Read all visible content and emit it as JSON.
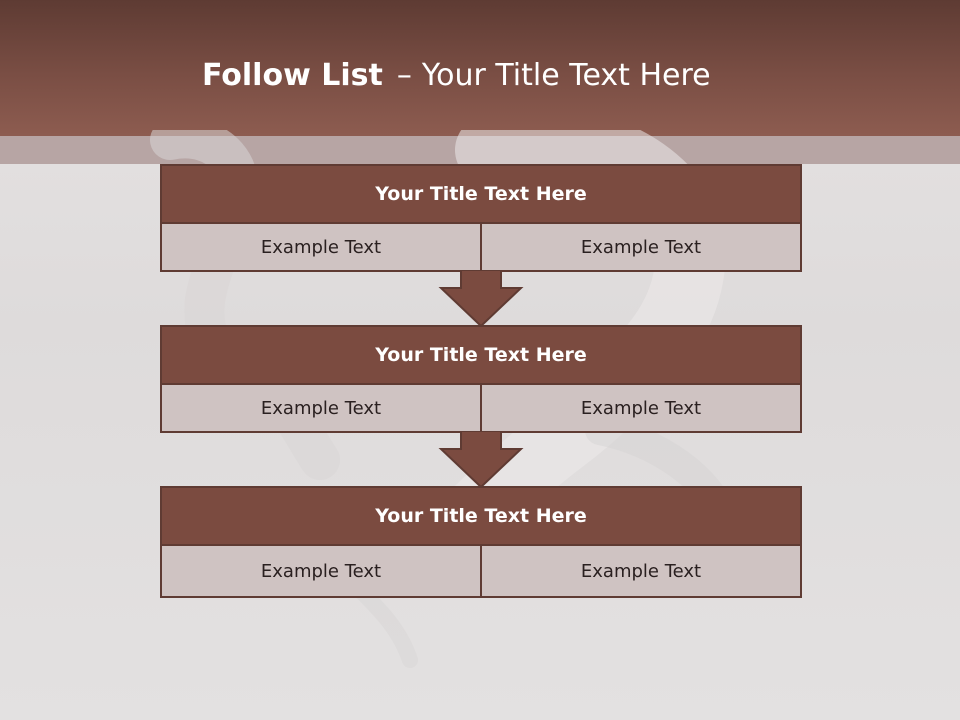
{
  "slide": {
    "title_strong": "Follow List",
    "title_dash": "–",
    "title_rest": "Your Title Text Here"
  },
  "steps": [
    {
      "title": "Your Title Text Here",
      "cells": [
        "Example Text",
        "Example Text"
      ]
    },
    {
      "title": "Your Title Text Here",
      "cells": [
        "Example Text",
        "Example Text"
      ]
    },
    {
      "title": "Your Title Text Here",
      "cells": [
        "Example Text",
        "Example Text"
      ]
    }
  ],
  "colors": {
    "header": "#7a4e44",
    "box_title": "#7b4b40",
    "box_cell": "#cfc3c2",
    "border": "#5f3b33"
  }
}
